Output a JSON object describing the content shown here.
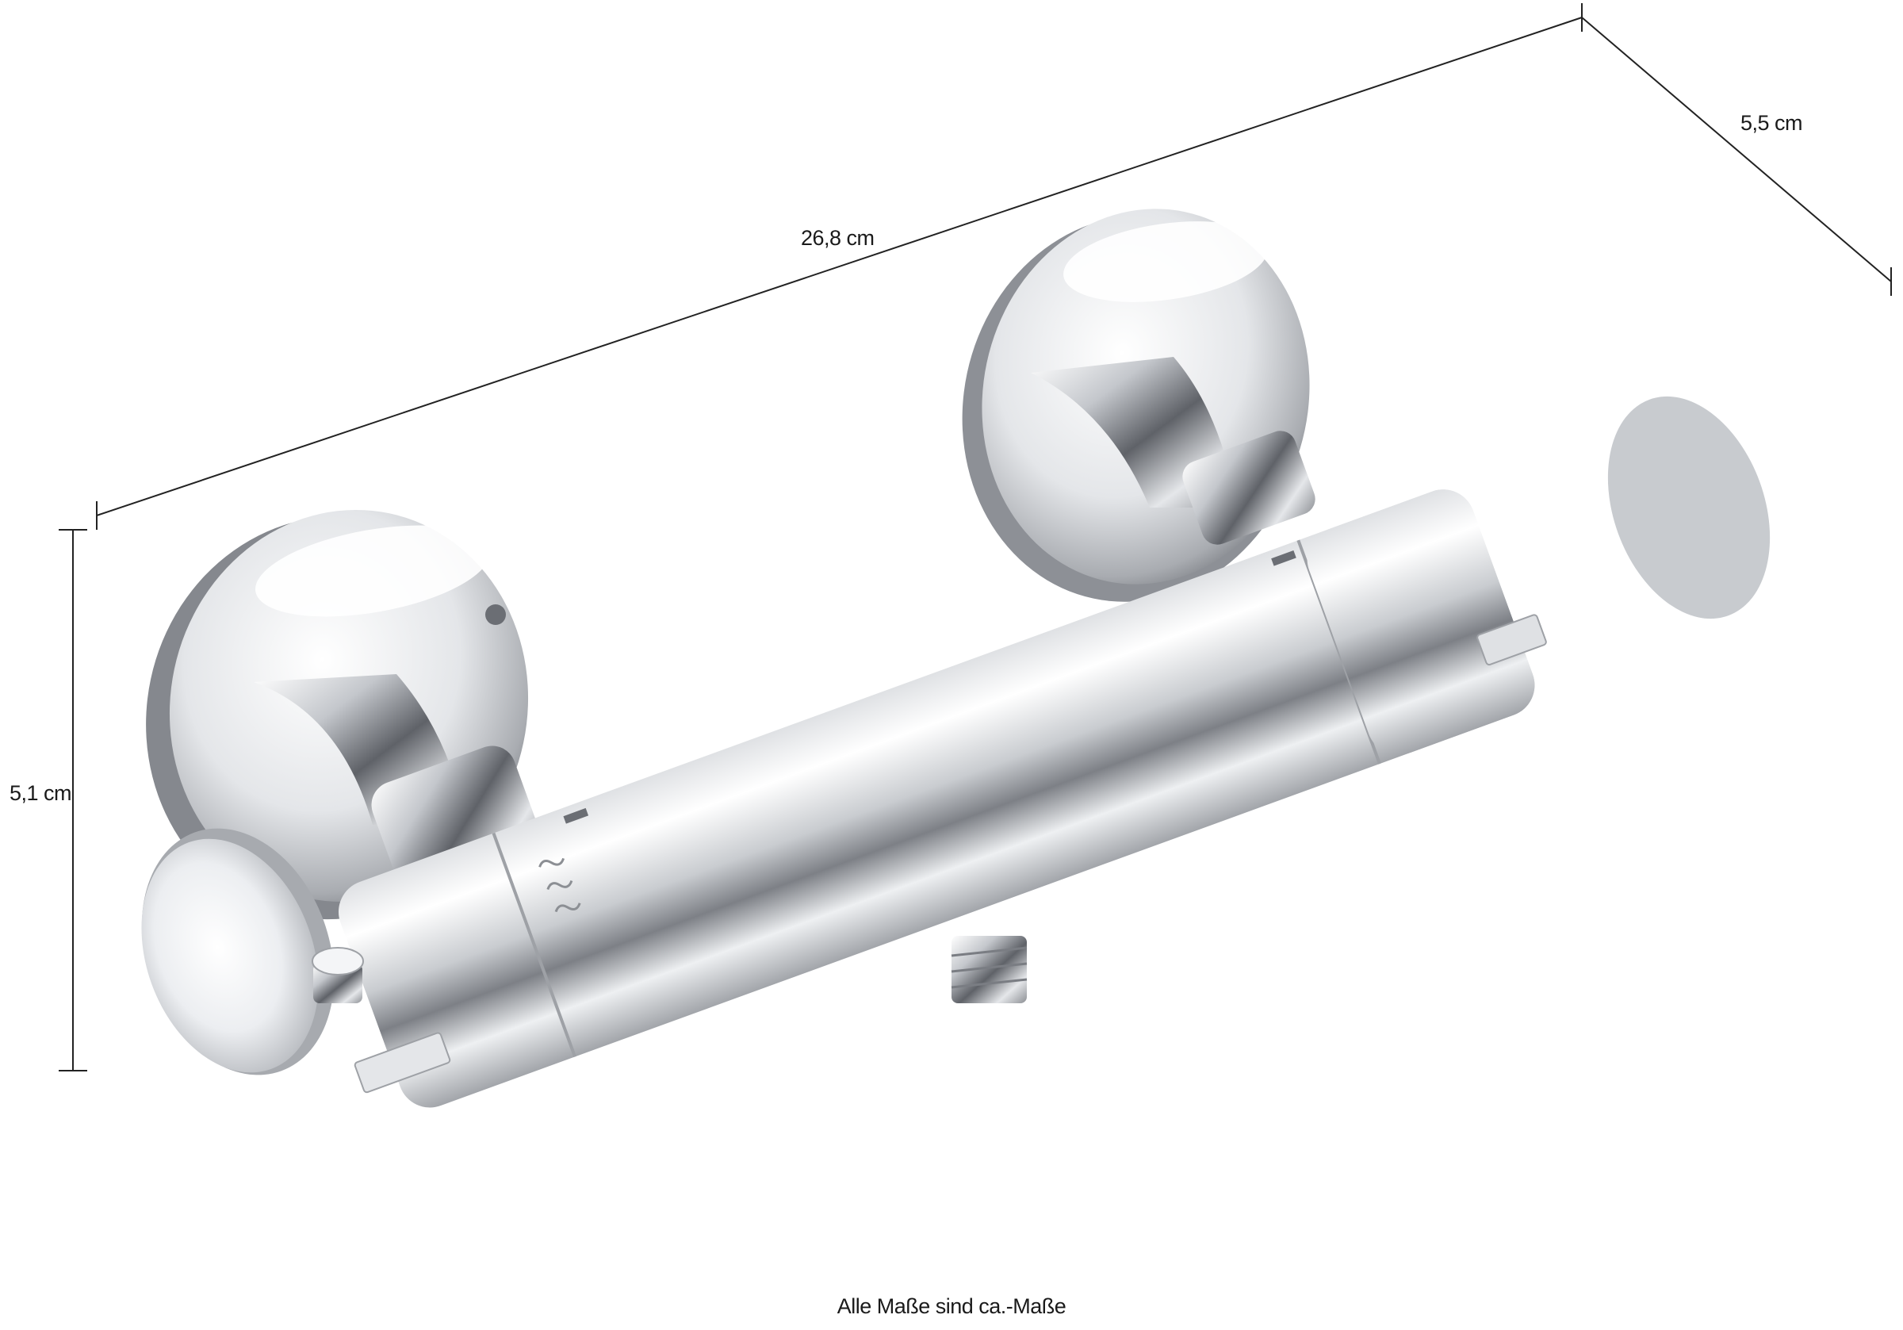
{
  "dimensions": {
    "length": "26,8 cm",
    "depth": "5,5 cm",
    "height": "5,1 cm"
  },
  "caption": "Alle Maße sind ca.-Maße",
  "colors": {
    "background": "#ffffff",
    "chrome_light": "#f4f5f7",
    "chrome_mid": "#b9bcc2",
    "chrome_dark": "#55585e",
    "dimension_line": "#222222"
  },
  "illustration": "chrome-thermostat-shower-mixer"
}
